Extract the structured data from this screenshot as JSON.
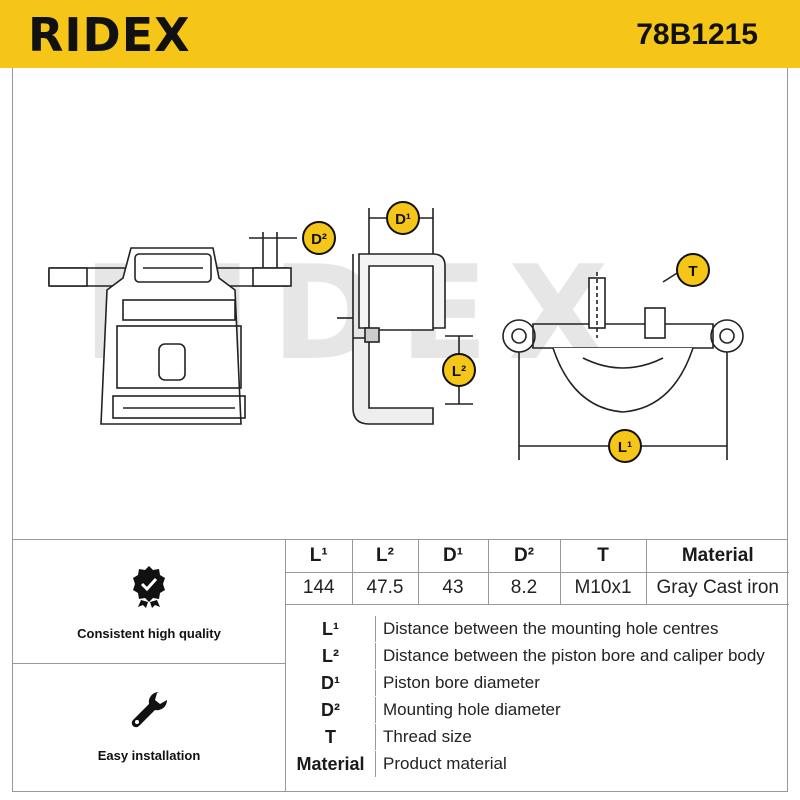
{
  "header": {
    "brand": "RIDEX",
    "part_number": "78B1215",
    "accent_color": "#f5c518"
  },
  "drawing": {
    "watermark": "RIDEX",
    "dimension_badges": {
      "d2": "D²",
      "d1": "D¹",
      "l2": "L²",
      "t": "T",
      "l1": "L¹"
    }
  },
  "features": [
    {
      "icon": "check-badge-icon",
      "label": "Consistent high quality"
    },
    {
      "icon": "wrench-icon",
      "label": "Easy installation"
    }
  ],
  "specs": {
    "headers": [
      "L¹",
      "L²",
      "D¹",
      "D²",
      "T",
      "Material"
    ],
    "values": [
      "144",
      "47.5",
      "43",
      "8.2",
      "M10x1",
      "Gray Cast iron"
    ]
  },
  "legend": [
    {
      "key": "L¹",
      "desc": "Distance between the mounting hole centres"
    },
    {
      "key": "L²",
      "desc": "Distance between the piston bore and caliper body"
    },
    {
      "key": "D¹",
      "desc": "Piston bore diameter"
    },
    {
      "key": "D²",
      "desc": "Mounting hole diameter"
    },
    {
      "key": "T",
      "desc": "Thread size"
    },
    {
      "key": "Material",
      "desc": "Product material"
    }
  ]
}
